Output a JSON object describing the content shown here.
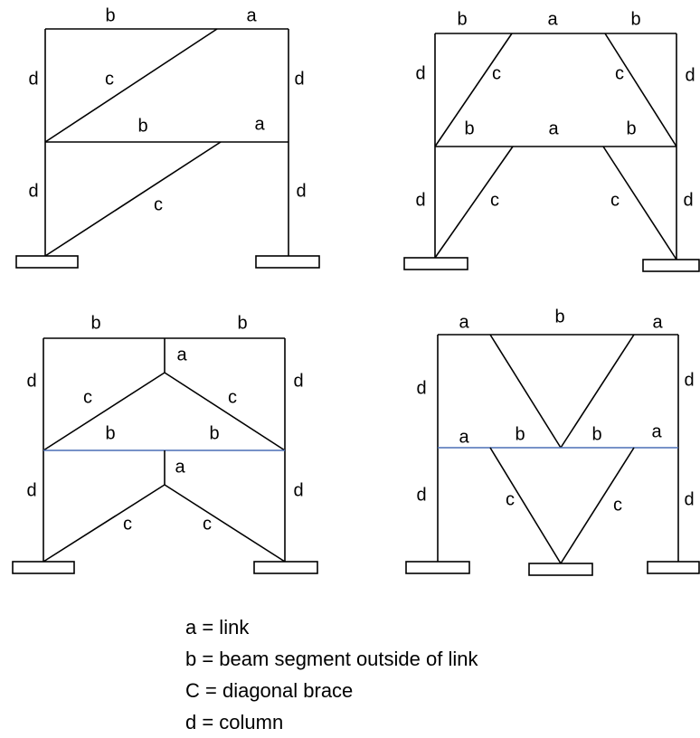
{
  "labels": {
    "link": "a",
    "beam": "b",
    "brace": "c",
    "column": "d"
  },
  "legend": [
    "a = link",
    "b = beam segment outside of link",
    "C = diagonal brace",
    "d = column"
  ]
}
